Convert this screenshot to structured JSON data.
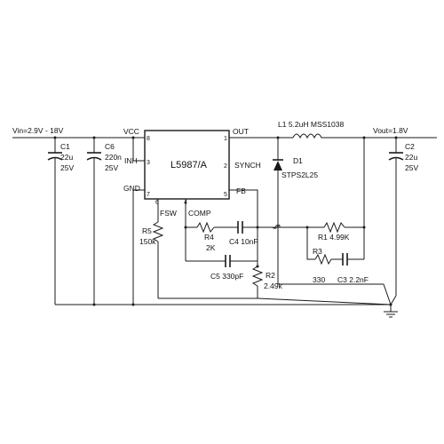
{
  "input": {
    "label": "Vin=2.9V - 18V"
  },
  "output": {
    "label": "Vout=1.8V"
  },
  "ic": {
    "name": "L5987/A",
    "pins": {
      "vcc": {
        "name": "VCC",
        "number": "8"
      },
      "inh": {
        "name": "INH",
        "number": "3"
      },
      "gnd": {
        "name": "GND",
        "number": "7"
      },
      "out": {
        "name": "OUT",
        "number": "1"
      },
      "synch": {
        "name": "SYNCH",
        "number": "2"
      },
      "fb": {
        "name": "FB",
        "number": "5"
      },
      "fsw": {
        "name": "FSW",
        "number": "6"
      },
      "comp": {
        "name": "COMP",
        "number": "4"
      }
    }
  },
  "components": {
    "c1": {
      "ref": "C1",
      "value": "22u",
      "rating": "25V"
    },
    "c6": {
      "ref": "C6",
      "value": "220n",
      "rating": "25V"
    },
    "c2": {
      "ref": "C2",
      "value": "22u",
      "rating": "25V"
    },
    "l1": {
      "label": "L1 5.2uH MSS1038"
    },
    "d1": {
      "ref": "D1",
      "part": "STPS2L25"
    },
    "r5": {
      "ref": "R5",
      "value": "150k"
    },
    "r4": {
      "ref": "R4",
      "value": "2K"
    },
    "c4": {
      "label": "C4 10nF"
    },
    "c5": {
      "label": "C5 330pF"
    },
    "r2": {
      "ref": "R2",
      "value": "2.49k"
    },
    "r1": {
      "label": "R1 4.99K"
    },
    "r3": {
      "ref": "R3",
      "value": "330"
    },
    "c3": {
      "label": "C3 2.2nF"
    }
  }
}
